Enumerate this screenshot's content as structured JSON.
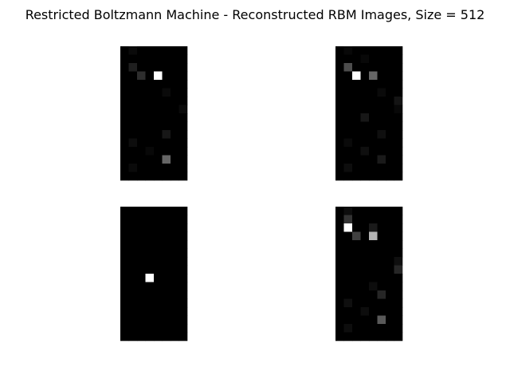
{
  "figure": {
    "title": "Restricted Boltzmann Machine - Reconstructed RBM Images, Size = 512",
    "background": "#ffffff",
    "colormap": "gray"
  },
  "chart_data": {
    "type": "heatmap",
    "title": "Restricted Boltzmann Machine - Reconstructed RBM Images, Size = 512",
    "layout": {
      "rows": 2,
      "cols": 2
    },
    "axes_visible": false,
    "value_range": [
      0,
      1
    ],
    "images": [
      {
        "panel": "top-left",
        "shape": [
          16,
          8
        ],
        "values": [
          [
            0,
            0.04,
            0,
            0,
            0,
            0,
            0,
            0
          ],
          [
            0,
            0,
            0,
            0,
            0,
            0,
            0,
            0
          ],
          [
            0,
            0.12,
            0,
            0,
            0,
            0,
            0,
            0
          ],
          [
            0,
            0,
            0.18,
            0,
            1,
            0,
            0,
            0
          ],
          [
            0,
            0,
            0,
            0,
            0,
            0,
            0,
            0
          ],
          [
            0,
            0,
            0,
            0,
            0,
            0.04,
            0,
            0
          ],
          [
            0,
            0,
            0,
            0,
            0,
            0,
            0,
            0
          ],
          [
            0,
            0,
            0,
            0,
            0,
            0,
            0,
            0.04
          ],
          [
            0,
            0,
            0,
            0,
            0,
            0,
            0,
            0
          ],
          [
            0,
            0,
            0,
            0,
            0,
            0,
            0,
            0
          ],
          [
            0,
            0,
            0,
            0,
            0,
            0.09,
            0,
            0
          ],
          [
            0,
            0.05,
            0,
            0,
            0,
            0,
            0,
            0
          ],
          [
            0,
            0,
            0,
            0.03,
            0,
            0,
            0,
            0
          ],
          [
            0,
            0,
            0,
            0,
            0,
            0.4,
            0,
            0
          ],
          [
            0,
            0.04,
            0,
            0,
            0,
            0,
            0,
            0
          ],
          [
            0,
            0,
            0,
            0,
            0,
            0,
            0,
            0
          ]
        ]
      },
      {
        "panel": "top-right",
        "shape": [
          16,
          8
        ],
        "values": [
          [
            0,
            0.03,
            0,
            0,
            0,
            0,
            0,
            0
          ],
          [
            0,
            0,
            0,
            0.03,
            0,
            0,
            0,
            0
          ],
          [
            0,
            0.3,
            0,
            0,
            0,
            0,
            0,
            0
          ],
          [
            0,
            0,
            1,
            0,
            0.4,
            0,
            0,
            0
          ],
          [
            0,
            0,
            0,
            0,
            0,
            0,
            0,
            0
          ],
          [
            0,
            0,
            0,
            0,
            0,
            0.04,
            0,
            0
          ],
          [
            0,
            0,
            0,
            0,
            0,
            0,
            0,
            0.08
          ],
          [
            0,
            0,
            0,
            0,
            0,
            0,
            0,
            0.03
          ],
          [
            0,
            0,
            0,
            0.09,
            0,
            0,
            0,
            0
          ],
          [
            0,
            0,
            0,
            0,
            0,
            0,
            0,
            0
          ],
          [
            0,
            0,
            0,
            0,
            0,
            0.06,
            0,
            0
          ],
          [
            0,
            0.04,
            0,
            0,
            0,
            0,
            0,
            0
          ],
          [
            0,
            0,
            0,
            0.06,
            0,
            0,
            0,
            0
          ],
          [
            0,
            0,
            0,
            0,
            0,
            0.1,
            0,
            0
          ],
          [
            0,
            0.05,
            0,
            0,
            0,
            0,
            0,
            0
          ],
          [
            0,
            0,
            0,
            0,
            0,
            0,
            0,
            0
          ]
        ]
      },
      {
        "panel": "bottom-left",
        "shape": [
          16,
          8
        ],
        "values": [
          [
            0,
            0,
            0,
            0,
            0,
            0,
            0,
            0
          ],
          [
            0,
            0,
            0,
            0,
            0,
            0,
            0,
            0
          ],
          [
            0,
            0,
            0,
            0,
            0,
            0,
            0,
            0
          ],
          [
            0,
            0,
            0,
            0,
            0,
            0,
            0,
            0
          ],
          [
            0,
            0,
            0,
            0,
            0,
            0,
            0,
            0
          ],
          [
            0,
            0,
            0,
            0,
            0,
            0,
            0,
            0
          ],
          [
            0,
            0,
            0,
            0,
            0,
            0,
            0,
            0
          ],
          [
            0,
            0,
            0,
            0,
            0,
            0,
            0,
            0
          ],
          [
            0,
            0,
            0,
            1,
            0,
            0,
            0,
            0
          ],
          [
            0,
            0,
            0,
            0,
            0,
            0,
            0,
            0
          ],
          [
            0,
            0,
            0,
            0,
            0,
            0,
            0,
            0
          ],
          [
            0,
            0,
            0,
            0,
            0,
            0,
            0,
            0
          ],
          [
            0,
            0,
            0,
            0,
            0,
            0,
            0,
            0
          ],
          [
            0,
            0,
            0,
            0,
            0,
            0,
            0,
            0
          ],
          [
            0,
            0,
            0,
            0,
            0,
            0,
            0,
            0
          ],
          [
            0,
            0,
            0,
            0,
            0,
            0,
            0,
            0
          ]
        ]
      },
      {
        "panel": "bottom-right",
        "shape": [
          16,
          8
        ],
        "values": [
          [
            0,
            0.05,
            0,
            0,
            0,
            0,
            0,
            0
          ],
          [
            0,
            0.2,
            0,
            0,
            0,
            0,
            0,
            0
          ],
          [
            0,
            1,
            0,
            0,
            0.1,
            0,
            0,
            0
          ],
          [
            0,
            0,
            0.25,
            0,
            0.7,
            0,
            0,
            0
          ],
          [
            0,
            0,
            0,
            0,
            0,
            0,
            0,
            0
          ],
          [
            0,
            0,
            0,
            0,
            0,
            0,
            0,
            0
          ],
          [
            0,
            0,
            0,
            0,
            0,
            0,
            0,
            0.06
          ],
          [
            0,
            0,
            0,
            0,
            0,
            0,
            0,
            0.15
          ],
          [
            0,
            0,
            0,
            0,
            0,
            0,
            0,
            0
          ],
          [
            0,
            0,
            0,
            0,
            0.05,
            0,
            0,
            0
          ],
          [
            0,
            0,
            0,
            0,
            0,
            0.15,
            0,
            0
          ],
          [
            0,
            0.06,
            0,
            0,
            0,
            0,
            0,
            0
          ],
          [
            0,
            0,
            0,
            0.05,
            0,
            0,
            0,
            0
          ],
          [
            0,
            0,
            0,
            0,
            0,
            0.35,
            0,
            0
          ],
          [
            0,
            0.05,
            0,
            0,
            0,
            0,
            0,
            0
          ],
          [
            0,
            0,
            0,
            0,
            0,
            0,
            0,
            0
          ]
        ]
      }
    ]
  }
}
